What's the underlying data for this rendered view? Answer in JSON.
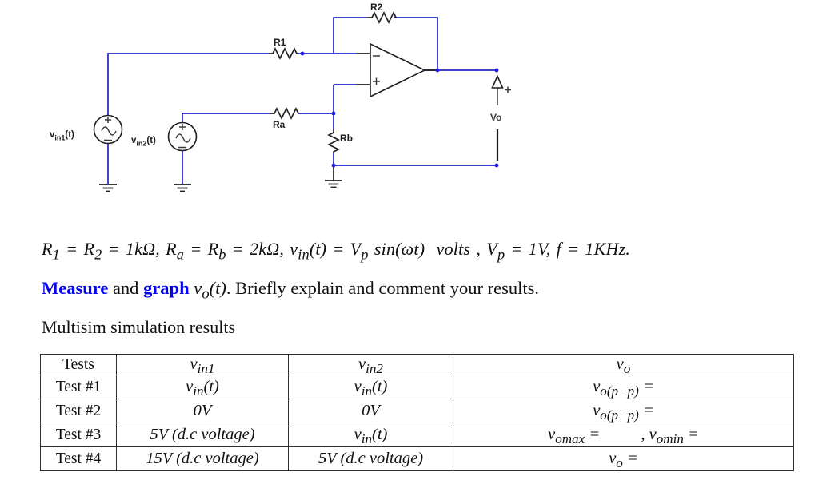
{
  "colors": {
    "wire_blue": "#2424cc",
    "node_blue": "#1a1ae0",
    "component_black": "#1f1f1f",
    "accent_blue": "#0404ee"
  },
  "circuit": {
    "labels": {
      "r1": "R1",
      "r2": "R2",
      "ra": "Ra",
      "rb": "Rb",
      "vo": "Vo",
      "vin1": "v_{in1}(t)",
      "vin2": "v_{in2}(t)"
    }
  },
  "problem": {
    "given": "R_{1} = R_{2} = 1kΩ, R_{a} = R_{b} = 2kΩ, v_{in}(t) = V_{p} sin(ωt)  volts , V_{p} = 1V, f = 1KHz.",
    "task": {
      "measure": "Measure",
      "and": " and ",
      "graph": "graph",
      "target": " v_{o}(t)",
      "rest": ". Briefly explain and comment your results."
    },
    "section": "Multisim simulation results"
  },
  "table": {
    "headers": [
      "Tests",
      "v_{in1}",
      "v_{in2}",
      "v_{o}"
    ],
    "rows": [
      [
        "Test #1",
        "v_{in}(t)",
        "v_{in}(t)",
        "v_{o(p−p)} ="
      ],
      [
        "Test #2",
        "0V",
        "0V",
        "v_{o(p−p)} ="
      ],
      [
        "Test #3",
        "5V (d.c voltage)",
        "v_{in}(t)",
        "v_{omax} =          , v_{omin} ="
      ],
      [
        "Test #4",
        "15V (d.c voltage)",
        "5V (d.c voltage)",
        "v_{o} ="
      ]
    ]
  }
}
